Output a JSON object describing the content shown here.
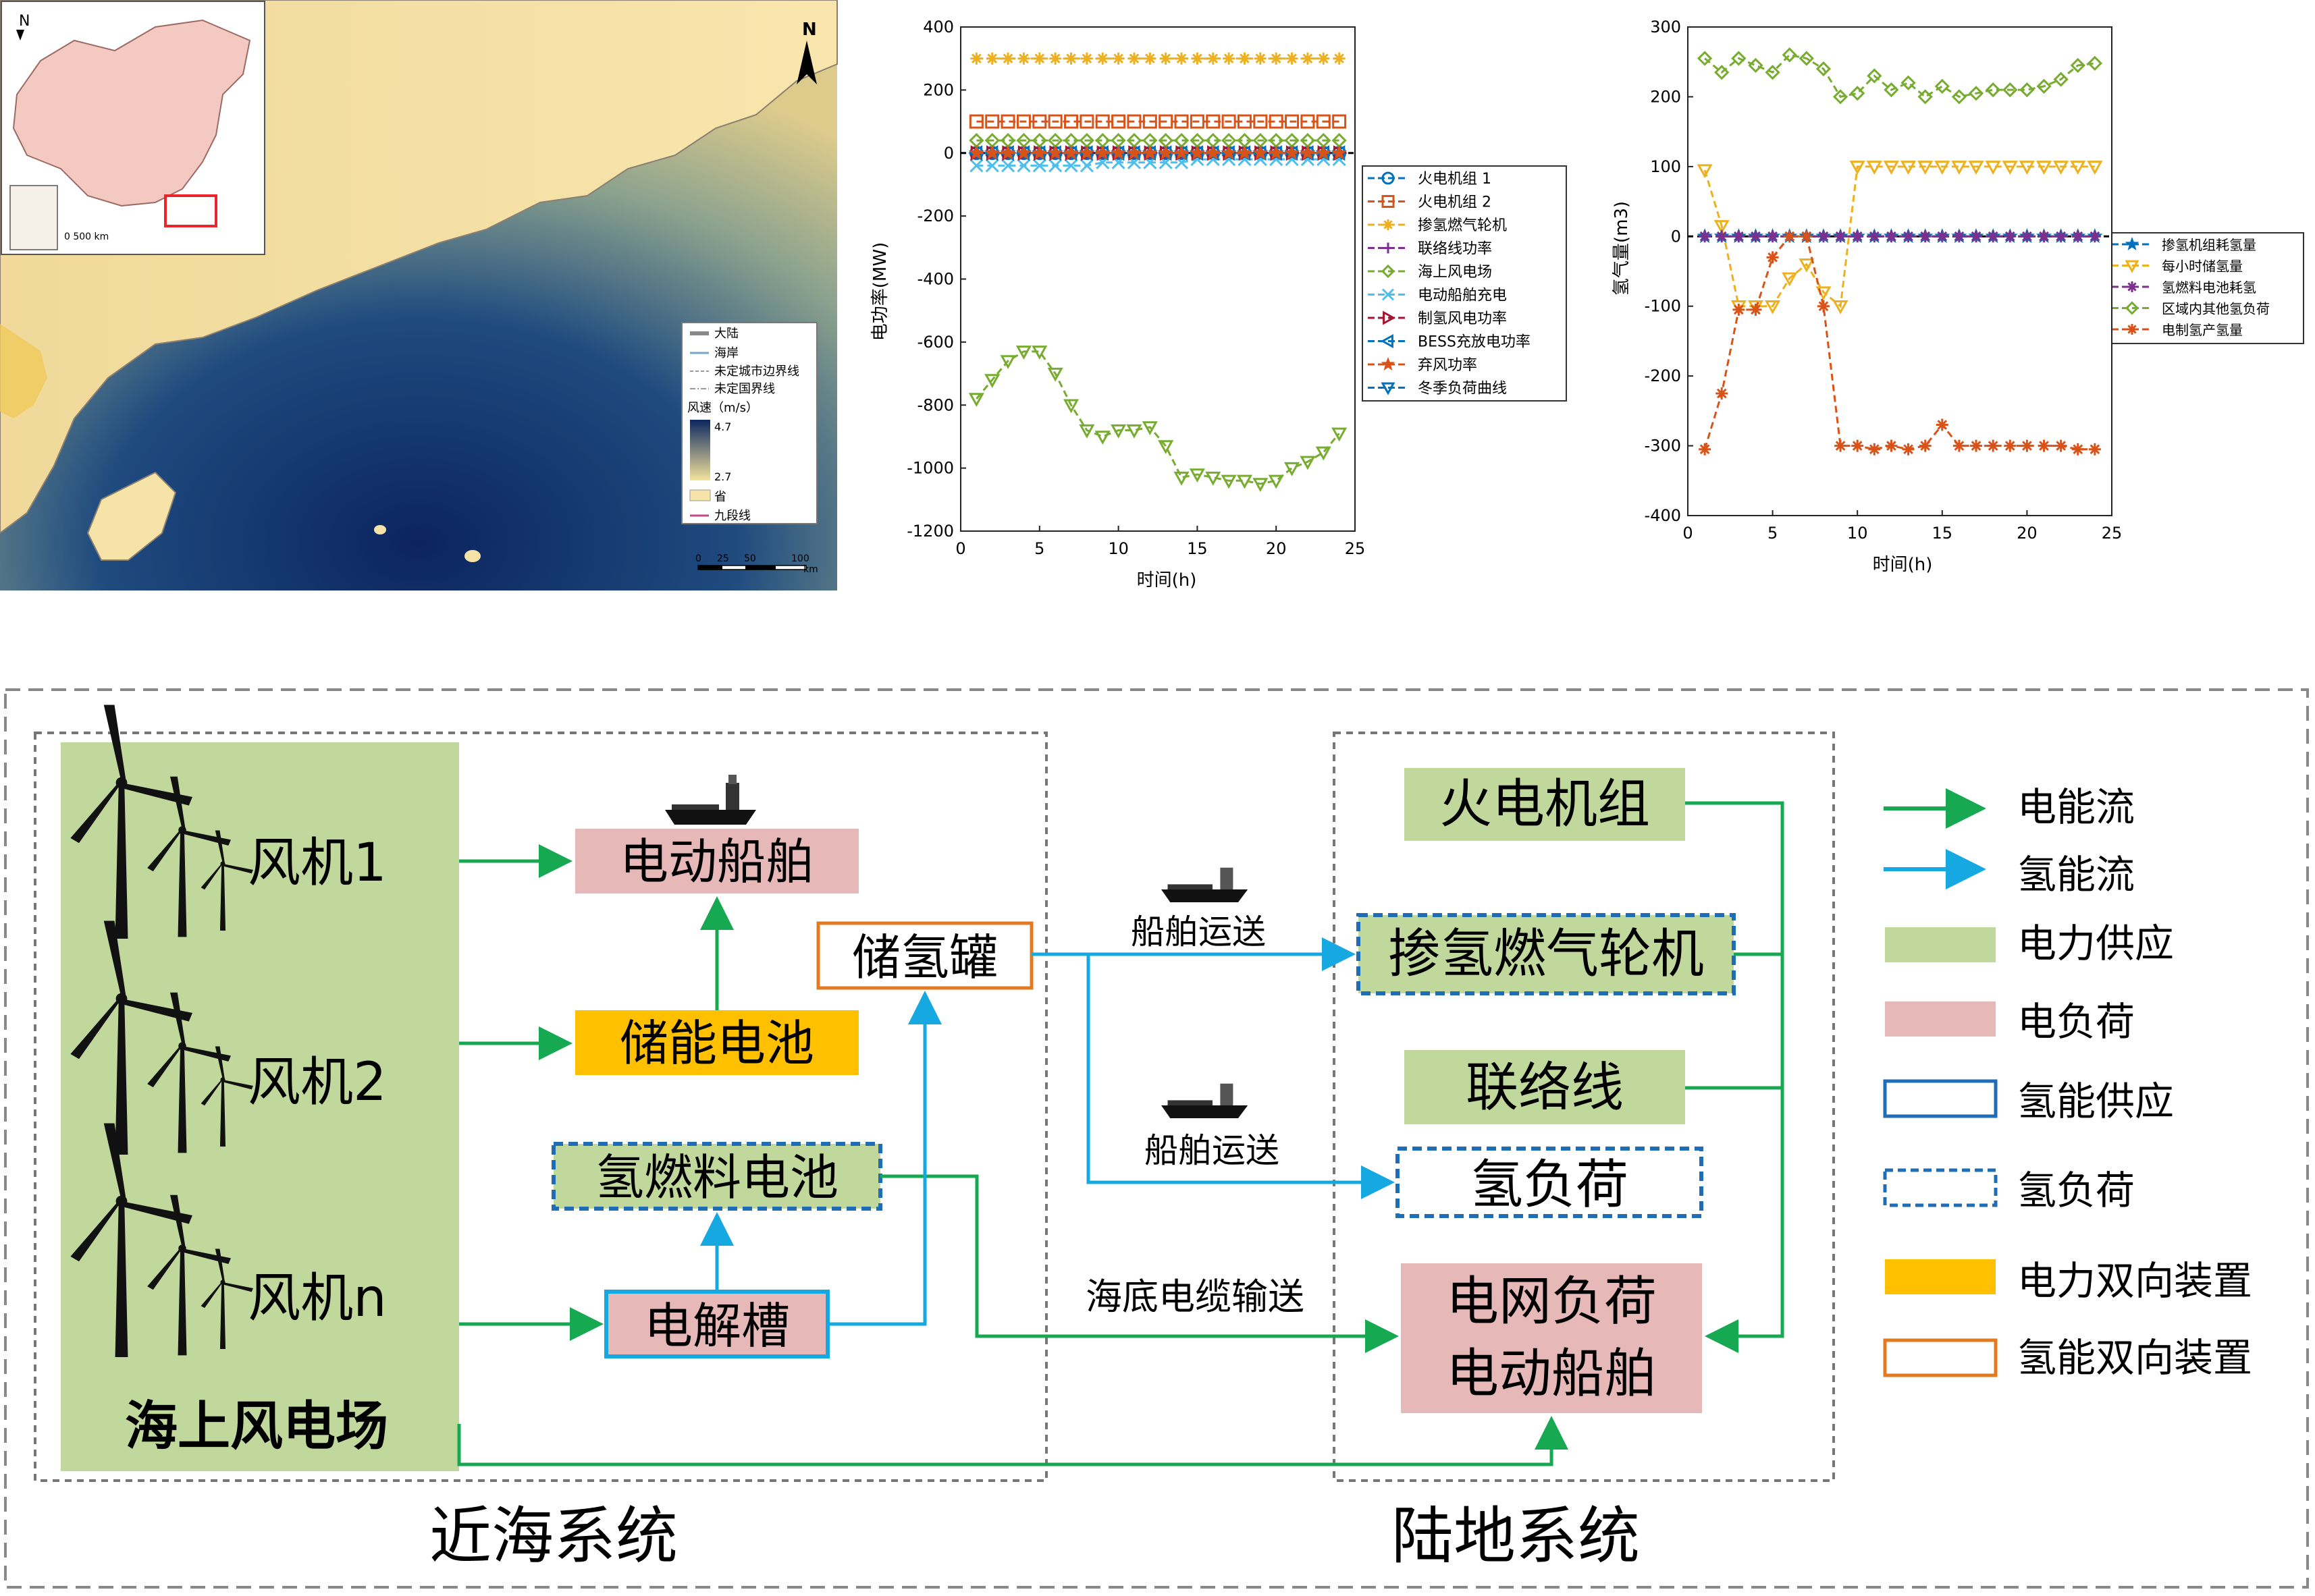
{
  "map": {
    "north_label": "N",
    "inset_north_label": "N",
    "inset_scale": "0   500 km",
    "legend": {
      "items": [
        "大陆",
        "海岸",
        "未定城市边界线",
        "未定国界线"
      ],
      "wind_title": "风速（m/s）",
      "wind_max": "4.7",
      "wind_min": "2.7",
      "province": "省",
      "nine_dash": "九段线"
    },
    "scale_ticks": [
      "0",
      "25",
      "50",
      "100"
    ],
    "scale_unit": "km",
    "colors": {
      "land": "#f6e3a7",
      "sea_light": "#dcc98a",
      "sea_deep": "#0c2760",
      "inset_land": "#f3c9c2",
      "highlight": "#e8262b"
    }
  },
  "chart_data": [
    {
      "type": "line",
      "ylabel": "电功率(MW)",
      "xlabel": "时间(h)",
      "xlim": [
        0,
        25
      ],
      "ylim": [
        -1200,
        400
      ],
      "xticks": [
        "0",
        "5",
        "10",
        "15",
        "20",
        "25"
      ],
      "yticks": [
        "400",
        "200",
        "0",
        "-200",
        "-400",
        "-600",
        "-800",
        "-1000",
        "-1200"
      ],
      "x": [
        1,
        2,
        3,
        4,
        5,
        6,
        7,
        8,
        9,
        10,
        11,
        12,
        13,
        14,
        15,
        16,
        17,
        18,
        19,
        20,
        21,
        22,
        23,
        24
      ],
      "series": [
        {
          "name": "火电机组 1",
          "color": "#0072bd",
          "marker": "circle",
          "values": [
            0,
            0,
            0,
            0,
            0,
            0,
            0,
            0,
            0,
            0,
            0,
            0,
            0,
            0,
            0,
            0,
            0,
            0,
            0,
            0,
            0,
            0,
            0,
            0
          ]
        },
        {
          "name": "火电机组 2",
          "color": "#d95319",
          "marker": "square",
          "values": [
            100,
            100,
            100,
            100,
            100,
            100,
            100,
            100,
            100,
            100,
            100,
            100,
            100,
            100,
            100,
            100,
            100,
            100,
            100,
            100,
            100,
            100,
            100,
            100
          ]
        },
        {
          "name": "掺氢燃气轮机",
          "color": "#edb120",
          "marker": "asterisk",
          "values": [
            300,
            300,
            300,
            300,
            300,
            300,
            300,
            300,
            300,
            300,
            300,
            300,
            300,
            300,
            300,
            300,
            300,
            300,
            300,
            300,
            300,
            300,
            300,
            300
          ]
        },
        {
          "name": "联络线功率",
          "color": "#7e2f8e",
          "marker": "plus",
          "values": [
            0,
            0,
            0,
            0,
            0,
            0,
            0,
            0,
            0,
            0,
            0,
            0,
            0,
            0,
            0,
            0,
            0,
            0,
            0,
            0,
            0,
            0,
            0,
            0
          ]
        },
        {
          "name": "海上风电场",
          "color": "#77ac30",
          "marker": "diamond",
          "values": [
            40,
            40,
            40,
            40,
            40,
            40,
            40,
            40,
            40,
            40,
            40,
            40,
            40,
            40,
            40,
            40,
            40,
            40,
            40,
            40,
            40,
            40,
            40,
            40
          ]
        },
        {
          "name": "电动船舶充电",
          "color": "#4dbeee",
          "marker": "cross",
          "values": [
            -40,
            -40,
            -40,
            -40,
            -40,
            -40,
            -40,
            -40,
            -30,
            -30,
            -30,
            -30,
            -30,
            -30,
            -20,
            -20,
            -20,
            -20,
            -20,
            -20,
            -20,
            -20,
            -20,
            -20
          ]
        },
        {
          "name": "制氢风电功率",
          "color": "#a2142f",
          "marker": "triangle-right",
          "values": [
            0,
            0,
            0,
            0,
            0,
            0,
            0,
            0,
            0,
            0,
            0,
            0,
            0,
            0,
            0,
            0,
            0,
            0,
            0,
            0,
            0,
            0,
            0,
            0
          ]
        },
        {
          "name": "BESS充放电功率",
          "color": "#0072bd",
          "marker": "triangle-left",
          "values": [
            0,
            0,
            0,
            0,
            0,
            0,
            0,
            0,
            0,
            0,
            0,
            0,
            0,
            0,
            0,
            0,
            0,
            0,
            0,
            0,
            0,
            0,
            0,
            0
          ]
        },
        {
          "name": "弃风功率",
          "color": "#d95319",
          "marker": "star",
          "values": [
            0,
            0,
            0,
            0,
            0,
            0,
            0,
            0,
            0,
            0,
            0,
            0,
            0,
            0,
            0,
            0,
            0,
            0,
            0,
            0,
            0,
            0,
            0,
            0
          ]
        },
        {
          "name": "冬季负荷曲线",
          "color": "#0072bd",
          "marker": "triangle-down",
          "values": []
        },
        {
          "name": "",
          "color": "#77ac30",
          "marker": "triangle-down",
          "values": [
            -780,
            -720,
            -660,
            -630,
            -630,
            -700,
            -800,
            -880,
            -900,
            -880,
            -880,
            -870,
            -930,
            -1030,
            -1020,
            -1030,
            -1040,
            -1040,
            -1050,
            -1040,
            -1000,
            -980,
            -950,
            -890
          ]
        }
      ]
    },
    {
      "type": "line",
      "ylabel": "氢气量(m3)",
      "xlabel": "时间(h)",
      "xlim": [
        0,
        25
      ],
      "ylim": [
        -400,
        300
      ],
      "xticks": [
        "0",
        "5",
        "10",
        "15",
        "20",
        "25"
      ],
      "yticks": [
        "300",
        "200",
        "100",
        "0",
        "-100",
        "-200",
        "-300",
        "-400"
      ],
      "x": [
        1,
        2,
        3,
        4,
        5,
        6,
        7,
        8,
        9,
        10,
        11,
        12,
        13,
        14,
        15,
        16,
        17,
        18,
        19,
        20,
        21,
        22,
        23,
        24
      ],
      "series": [
        {
          "name": "掺氢机组耗氢量",
          "color": "#0072bd",
          "marker": "star",
          "values": [
            0,
            0,
            0,
            0,
            0,
            0,
            0,
            0,
            0,
            0,
            0,
            0,
            0,
            0,
            0,
            0,
            0,
            0,
            0,
            0,
            0,
            0,
            0,
            0
          ]
        },
        {
          "name": "每小时储氢量",
          "color": "#edb120",
          "marker": "triangle-down",
          "values": [
            95,
            15,
            -100,
            -100,
            -100,
            -60,
            -40,
            -80,
            -100,
            100,
            100,
            100,
            100,
            100,
            100,
            100,
            100,
            100,
            100,
            100,
            100,
            100,
            100,
            100
          ]
        },
        {
          "name": "氢燃料电池耗氢",
          "color": "#7e2f8e",
          "marker": "asterisk",
          "values": [
            0,
            0,
            0,
            0,
            0,
            0,
            0,
            0,
            0,
            0,
            0,
            0,
            0,
            0,
            0,
            0,
            0,
            0,
            0,
            0,
            0,
            0,
            0,
            0
          ]
        },
        {
          "name": "区域内其他氢负荷",
          "color": "#77ac30",
          "marker": "diamond",
          "values": [
            255,
            235,
            255,
            245,
            235,
            260,
            255,
            240,
            200,
            205,
            230,
            210,
            220,
            200,
            215,
            200,
            205,
            210,
            210,
            210,
            215,
            225,
            245,
            248
          ]
        },
        {
          "name": "电制氢产氢量",
          "color": "#d95319",
          "marker": "asterisk",
          "values": [
            -305,
            -225,
            -105,
            -105,
            -30,
            0,
            0,
            -100,
            -300,
            -300,
            -305,
            -300,
            -305,
            -300,
            -270,
            -300,
            -300,
            -300,
            -300,
            -300,
            -300,
            -300,
            -305,
            -305
          ]
        }
      ]
    }
  ],
  "diagram": {
    "offshore": {
      "wind_farm_label": "海上风电场",
      "turbines": [
        "风机1",
        "风机2",
        "风机n"
      ],
      "electric_ship": "电动船舶",
      "battery": "储能电池",
      "fuel_cell": "氢燃料电池",
      "electrolyzer": "电解槽",
      "h2_tank": "储氢罐",
      "title": "近海系统"
    },
    "onshore": {
      "thermal": "火电机组",
      "h2_turbine": "掺氢燃气轮机",
      "tie_line": "联络线",
      "h2_load": "氢负荷",
      "grid_load_1": "电网负荷",
      "grid_load_2": "电动船舶",
      "title": "陆地系统"
    },
    "edge_labels": {
      "ship_transport_1": "船舶运送",
      "ship_transport_2": "船舶运送",
      "cable": "海底电缆输送"
    },
    "legend": {
      "elec_flow": "电能流",
      "h2_flow": "氢能流",
      "power_supply": "电力供应",
      "elec_load": "电负荷",
      "h2_supply": "氢能供应",
      "h2_load": "氢负荷",
      "elec_bidir": "电力双向装置",
      "h2_bidir": "氢能双向装置"
    },
    "colors": {
      "green_flow": "#16a951",
      "blue_flow": "#16a8e0",
      "supply_fill": "#c1d89d",
      "load_fill": "#e6b9b8",
      "battery_fill": "#ffc000",
      "h2_border": "#1f6db5",
      "tank_border": "#e27b20"
    }
  }
}
